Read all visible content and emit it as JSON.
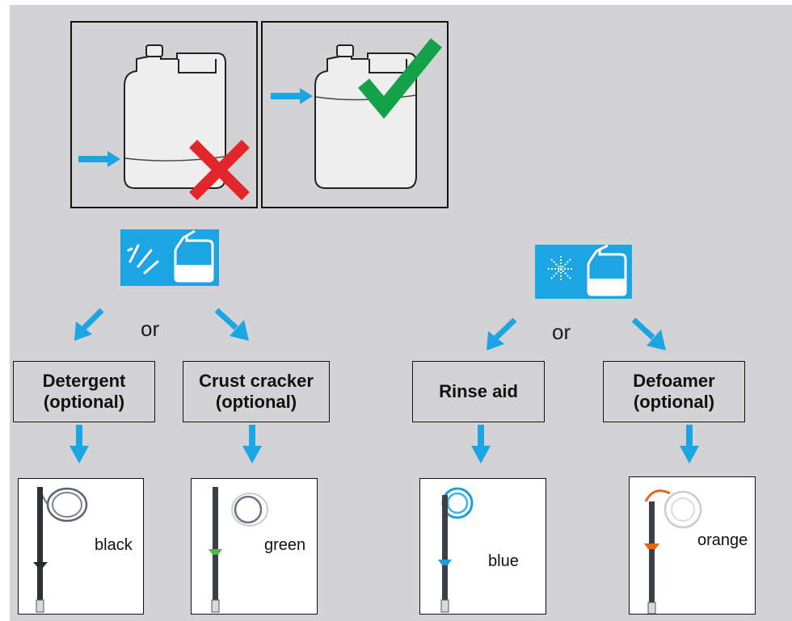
{
  "canisters": {
    "wrong": {
      "mark_icon": "red-cross-icon"
    },
    "right": {
      "mark_icon": "green-check-icon"
    }
  },
  "groups": [
    {
      "icon": "cleaner-canister-icon",
      "or_label": "or",
      "options": [
        {
          "label": "Detergent\n(optional)",
          "color_text": "black",
          "accent": "#2a2a2a"
        },
        {
          "label": "Crust cracker\n(optional)",
          "color_text": "green",
          "accent": "#4fb548"
        }
      ]
    },
    {
      "icon": "rinse-canister-icon",
      "or_label": "or",
      "options": [
        {
          "label": "Rinse aid",
          "color_text": "blue",
          "accent": "#1c9ed8"
        },
        {
          "label": "Defoamer\n(optional)",
          "color_text": "orange",
          "accent": "#e8641c"
        }
      ]
    }
  ],
  "colors": {
    "accent_blue": "#1ba5e2",
    "background": "#d3d3d5",
    "cross_red": "#e3262b",
    "check_green": "#13a24a"
  }
}
